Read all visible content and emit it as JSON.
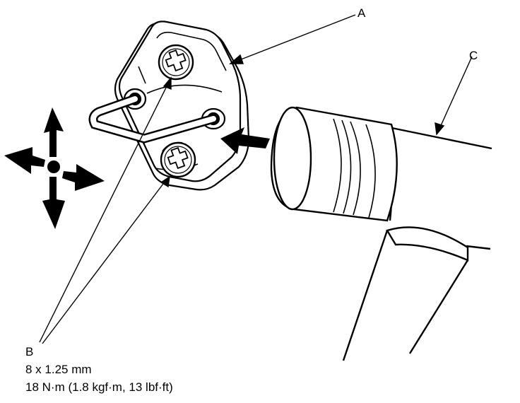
{
  "labels": {
    "a": "A",
    "b": "B",
    "c": "C"
  },
  "spec": {
    "size": "8 x 1.25 mm",
    "torque": "18 N·m (1.8 kgf·m, 13 lbf·ft)"
  },
  "colors": {
    "ink": "#000000",
    "paper": "#ffffff"
  },
  "icons": {
    "adjust": "four-way-arrows-icon",
    "push": "push-direction-arrow-icon",
    "bolt": "phillips-bolt-icon"
  }
}
